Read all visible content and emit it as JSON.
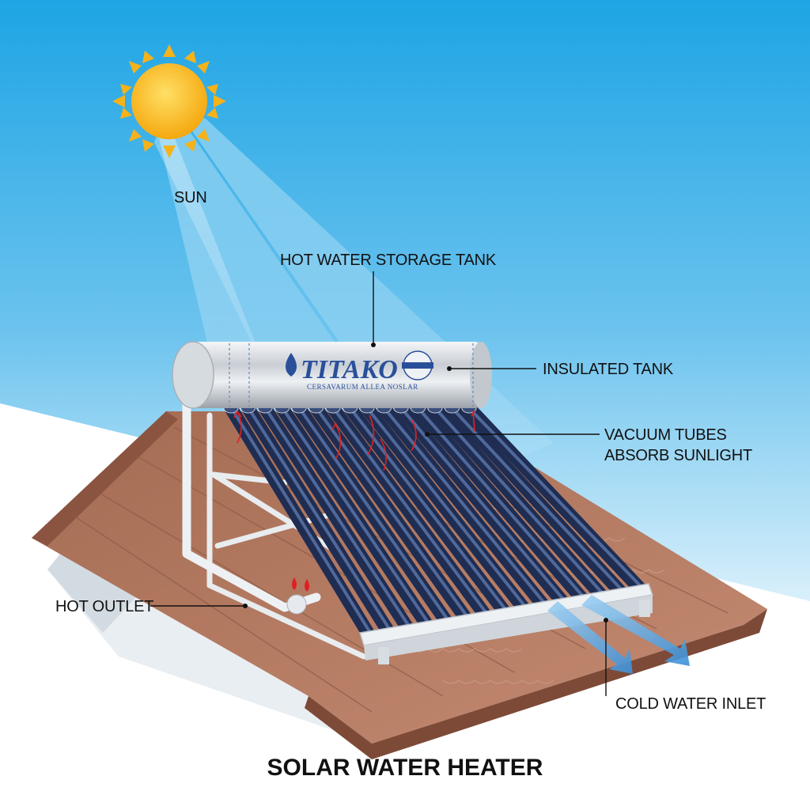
{
  "title": "SOLAR WATER HEATER",
  "labels": {
    "sun": "SUN",
    "storage_tank": "HOT WATER STORAGE TANK",
    "insulated_tank": "INSULATED TANK",
    "vacuum_line1": "VACUUM TUBES",
    "vacuum_line2": "ABSORB SUNLIGHT",
    "hot_outlet": "HOT OUTLET",
    "cold_inlet": "COLD WATER INLET"
  },
  "tank_branding": {
    "brand": "TITAKO",
    "subtext": "CERSAVARUM ALLEA NOSLAR"
  },
  "colors": {
    "sky_top": "#1ea5e4",
    "sky_bottom": "#cfeaf8",
    "sun": "#f7b718",
    "roof": "#b07a62",
    "tube": "#2c3f6e",
    "tank": "#d9dde2",
    "cold_arrow": "#5aa8e0",
    "hot_marker": "#e02020"
  }
}
